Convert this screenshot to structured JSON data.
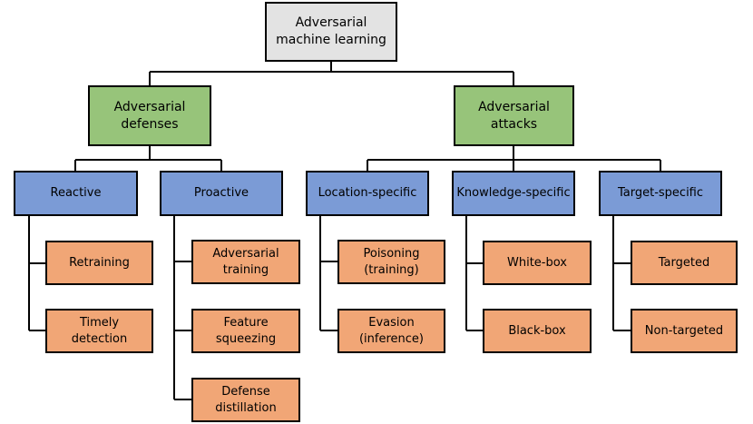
{
  "colors": {
    "root": "#e3e3e3",
    "group": "#97c47a",
    "category": "#7b9bd6",
    "method": "#f1a676",
    "line": "#000000"
  },
  "root": {
    "label": "Adversarial\nmachine learning"
  },
  "defenses": {
    "label": "Adversarial\ndefenses",
    "reactive": {
      "label": "Reactive",
      "items": [
        "Retraining",
        "Timely\ndetection"
      ]
    },
    "proactive": {
      "label": "Proactive",
      "items": [
        "Adversarial\ntraining",
        "Feature\nsqueezing",
        "Defense\ndistillation"
      ]
    }
  },
  "attacks": {
    "label": "Adversarial\nattacks",
    "location": {
      "label": "Location-specific",
      "items": [
        "Poisoning\n(training)",
        "Evasion\n(inference)"
      ]
    },
    "knowledge": {
      "label": "Knowledge-specific",
      "items": [
        "White-box",
        "Black-box"
      ]
    },
    "target": {
      "label": "Target-specific",
      "items": [
        "Targeted",
        "Non-targeted"
      ]
    }
  }
}
